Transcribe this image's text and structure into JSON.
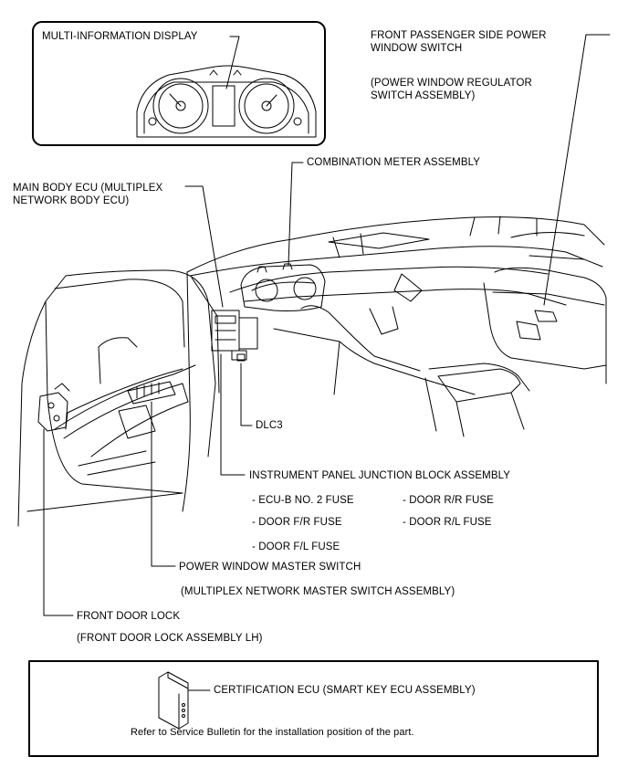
{
  "labels": {
    "mid": "MULTI-INFORMATION DISPLAY",
    "passenger_line1": "FRONT PASSENGER SIDE POWER",
    "passenger_line2": "WINDOW SWITCH",
    "passenger_sub1": "(POWER WINDOW REGULATOR",
    "passenger_sub2": "SWITCH ASSEMBLY)",
    "combination_meter": "COMBINATION METER ASSEMBLY",
    "main_body_line1": "MAIN BODY ECU (MULTIPLEX",
    "main_body_line2": "NETWORK BODY ECU)",
    "dlc3": "DLC3",
    "junction_block": "INSTRUMENT PANEL JUNCTION BLOCK ASSEMBLY",
    "fuses": [
      "- ECU-B NO. 2 FUSE",
      "- DOOR R/R FUSE",
      "- DOOR F/R FUSE",
      "- DOOR R/L FUSE",
      "- DOOR F/L FUSE"
    ],
    "pw_master": "POWER WINDOW MASTER SWITCH",
    "pw_master_sub": "(MULTIPLEX NETWORK MASTER SWITCH ASSEMBLY)",
    "door_lock": "FRONT DOOR LOCK",
    "door_lock_sub": "(FRONT DOOR LOCK ASSEMBLY LH)",
    "cert_ecu": "CERTIFICATION ECU (SMART KEY ECU ASSEMBLY)",
    "note": "Refer to Service Bulletin for the installation position of the part."
  }
}
